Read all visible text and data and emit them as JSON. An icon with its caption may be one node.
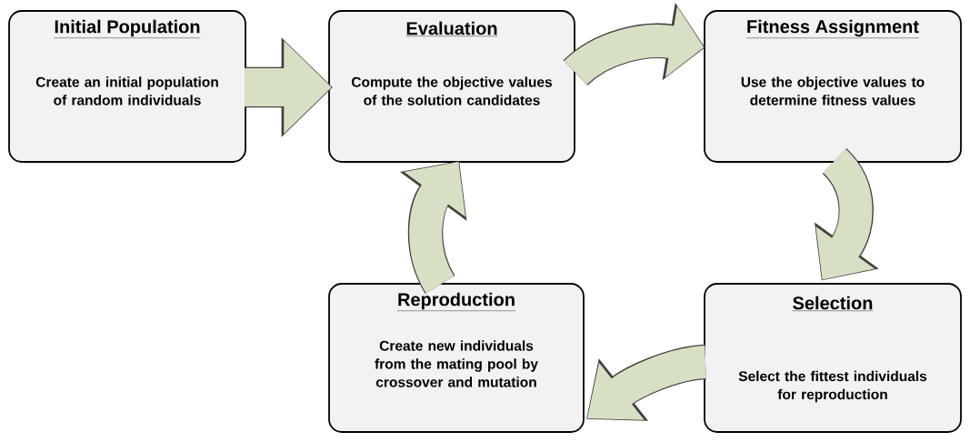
{
  "diagram": {
    "nodes": [
      {
        "text": [
          "Initial Population",
          "Create an initial population of random individuals"
        ]
      },
      {
        "text": [
          "Evaluation",
          "Compute the objective values of the solution candidates"
        ]
      },
      {
        "text": [
          "Fitness Assignment",
          "Use the objective values to determine fitness values"
        ]
      },
      {
        "text": [
          "Reproduction",
          "Create new individuals from the mating pool by crossover and mutation"
        ]
      },
      {
        "text": [
          "Selection",
          "Select the fittest individuals for reproduction"
        ]
      }
    ],
    "edges": [
      {
        "from": 0,
        "to": 1,
        "arrow": "to"
      },
      {
        "from": 1,
        "to": 2,
        "arrow": "to"
      },
      {
        "from": 2,
        "to": 4,
        "arrow": "to"
      },
      {
        "from": 4,
        "to": 3,
        "arrow": "to"
      },
      {
        "from": 3,
        "to": 1,
        "arrow": "to"
      }
    ]
  }
}
